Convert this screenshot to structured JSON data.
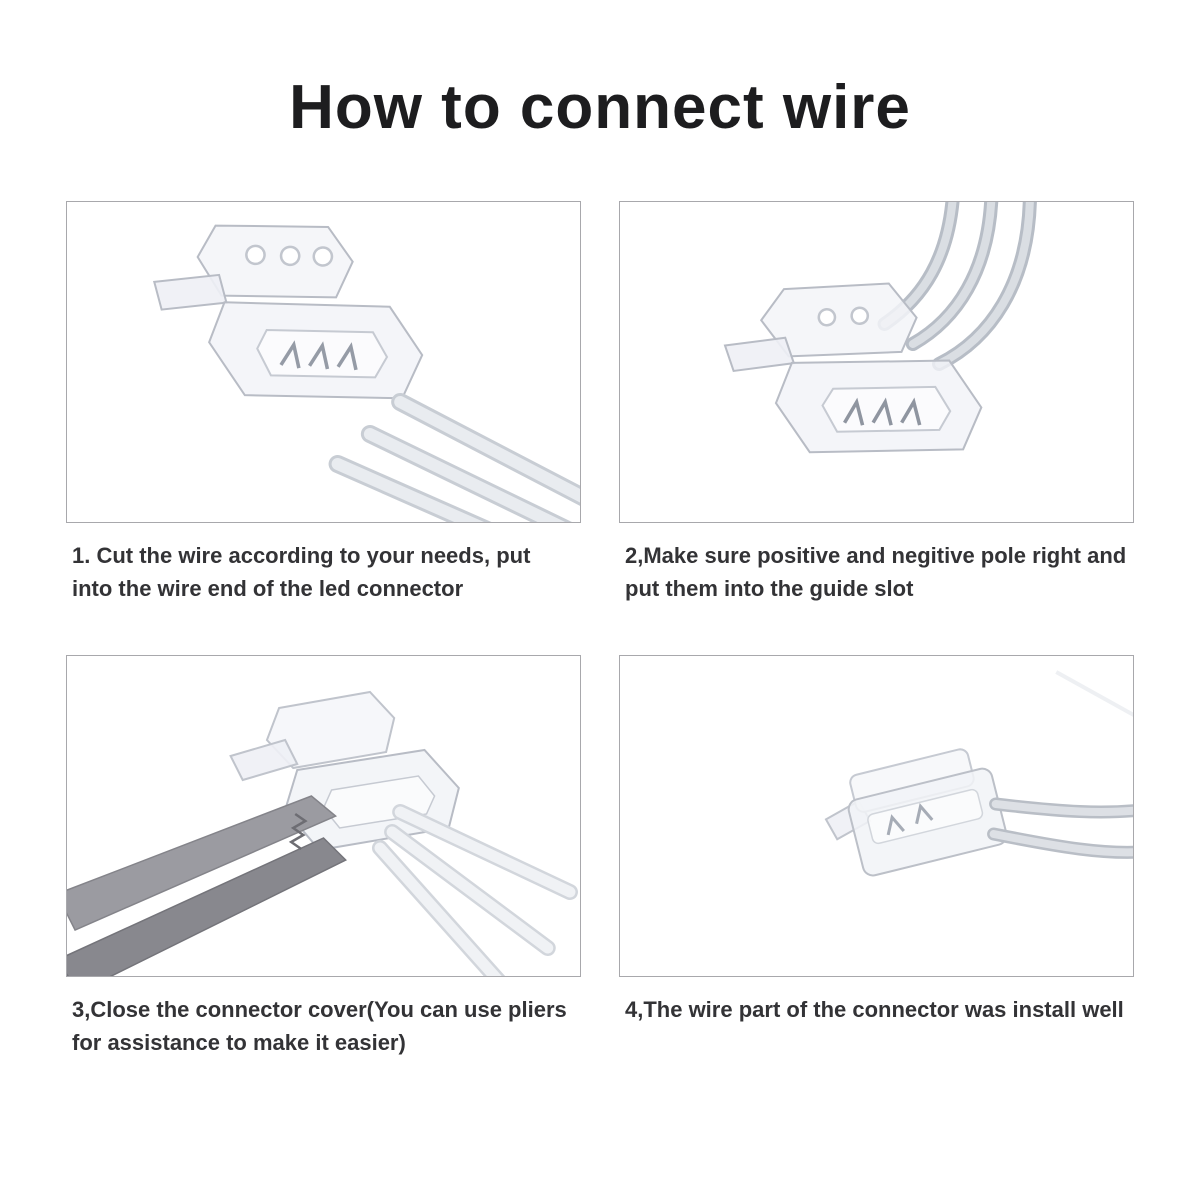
{
  "title": "How to connect wire",
  "steps": [
    {
      "caption": "1. Cut the wire according to your needs, put into the wire end of the led connector",
      "photo_alt": "open transparent led connector with three cut white wires"
    },
    {
      "caption": "2,Make sure positive and negitive pole right and put them into the guide slot",
      "photo_alt": "gray wires inserted from top into open connector guide slot"
    },
    {
      "caption": "3,Close the connector cover(You can use pliers for assistance to make it easier)",
      "photo_alt": "pliers closing connector cover with white wires attached"
    },
    {
      "caption": "4,The wire part of the connector was install well",
      "photo_alt": "closed connector with wires installed leading to the right"
    }
  ]
}
